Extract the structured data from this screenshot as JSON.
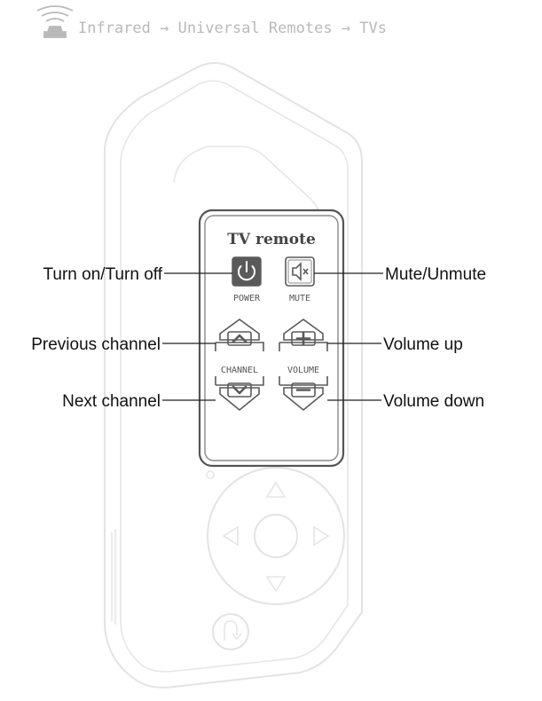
{
  "breadcrumb": {
    "icon": "infrared-icon",
    "text": "Infrared → Universal Remotes → TVs"
  },
  "panel": {
    "title": "TV remote"
  },
  "buttons": {
    "power": {
      "label": "POWER",
      "icon": "power-icon"
    },
    "mute": {
      "label": "MUTE",
      "icon": "speaker-muted-icon"
    },
    "channel": {
      "label": "CHANNEL",
      "up_icon": "chevron-up-icon",
      "down_icon": "chevron-down-icon"
    },
    "volume": {
      "label": "VOLUME",
      "up_icon": "plus-icon",
      "down_icon": "minus-icon"
    }
  },
  "callouts": {
    "power": "Turn on/Turn off",
    "mute": "Mute/Unmute",
    "channel_up": "Previous channel",
    "channel_down": "Next channel",
    "volume_up": "Volume up",
    "volume_down": "Volume down"
  },
  "colors": {
    "panel_border": "#555555",
    "device_outline": "#e3e3e3",
    "breadcrumb": "#b9b9b9",
    "power_fill": "#5a5a5a"
  }
}
